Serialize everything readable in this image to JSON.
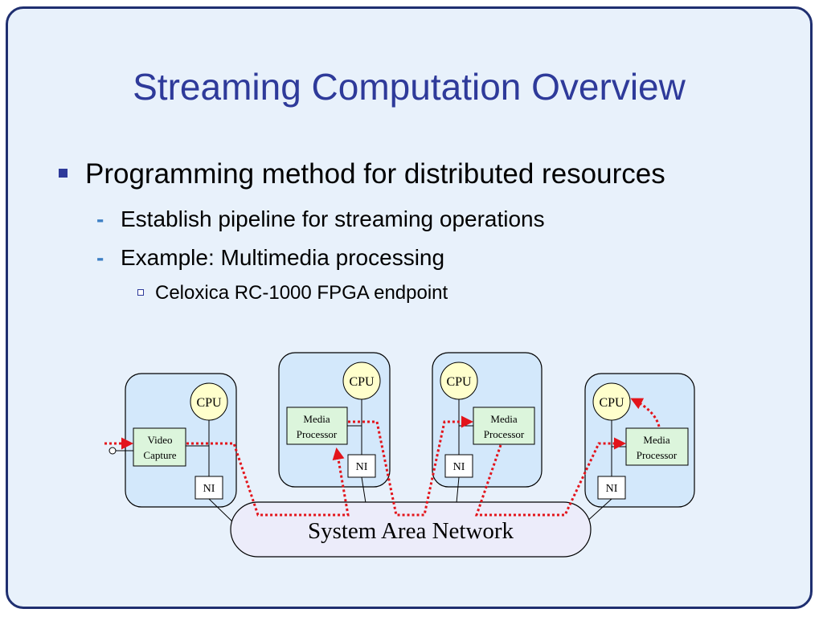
{
  "slide": {
    "title": "Streaming Computation Overview",
    "bullets": {
      "level1": "Programming method for distributed resources",
      "level2": [
        "Establish pipeline for streaming operations",
        "Example: Multimedia processing"
      ],
      "level3": "Celoxica RC-1000 FPGA endpoint"
    }
  },
  "diagram": {
    "network_label": "System Area Network",
    "nodes": [
      {
        "cpu": "CPU",
        "ni": "NI",
        "device": [
          "Video",
          "Capture"
        ]
      },
      {
        "cpu": "CPU",
        "ni": "NI",
        "device": [
          "Media",
          "Processor"
        ]
      },
      {
        "cpu": "CPU",
        "ni": "NI",
        "device": [
          "Media",
          "Processor"
        ]
      },
      {
        "cpu": "CPU",
        "ni": "NI",
        "device": [
          "Media",
          "Processor"
        ]
      }
    ],
    "colors": {
      "node_fill": "#d3e8fb",
      "cpu_fill": "#ffffcc",
      "device_fill": "#dcf5dc",
      "network_fill": "#ececfa",
      "stream": "#e3141b"
    }
  }
}
